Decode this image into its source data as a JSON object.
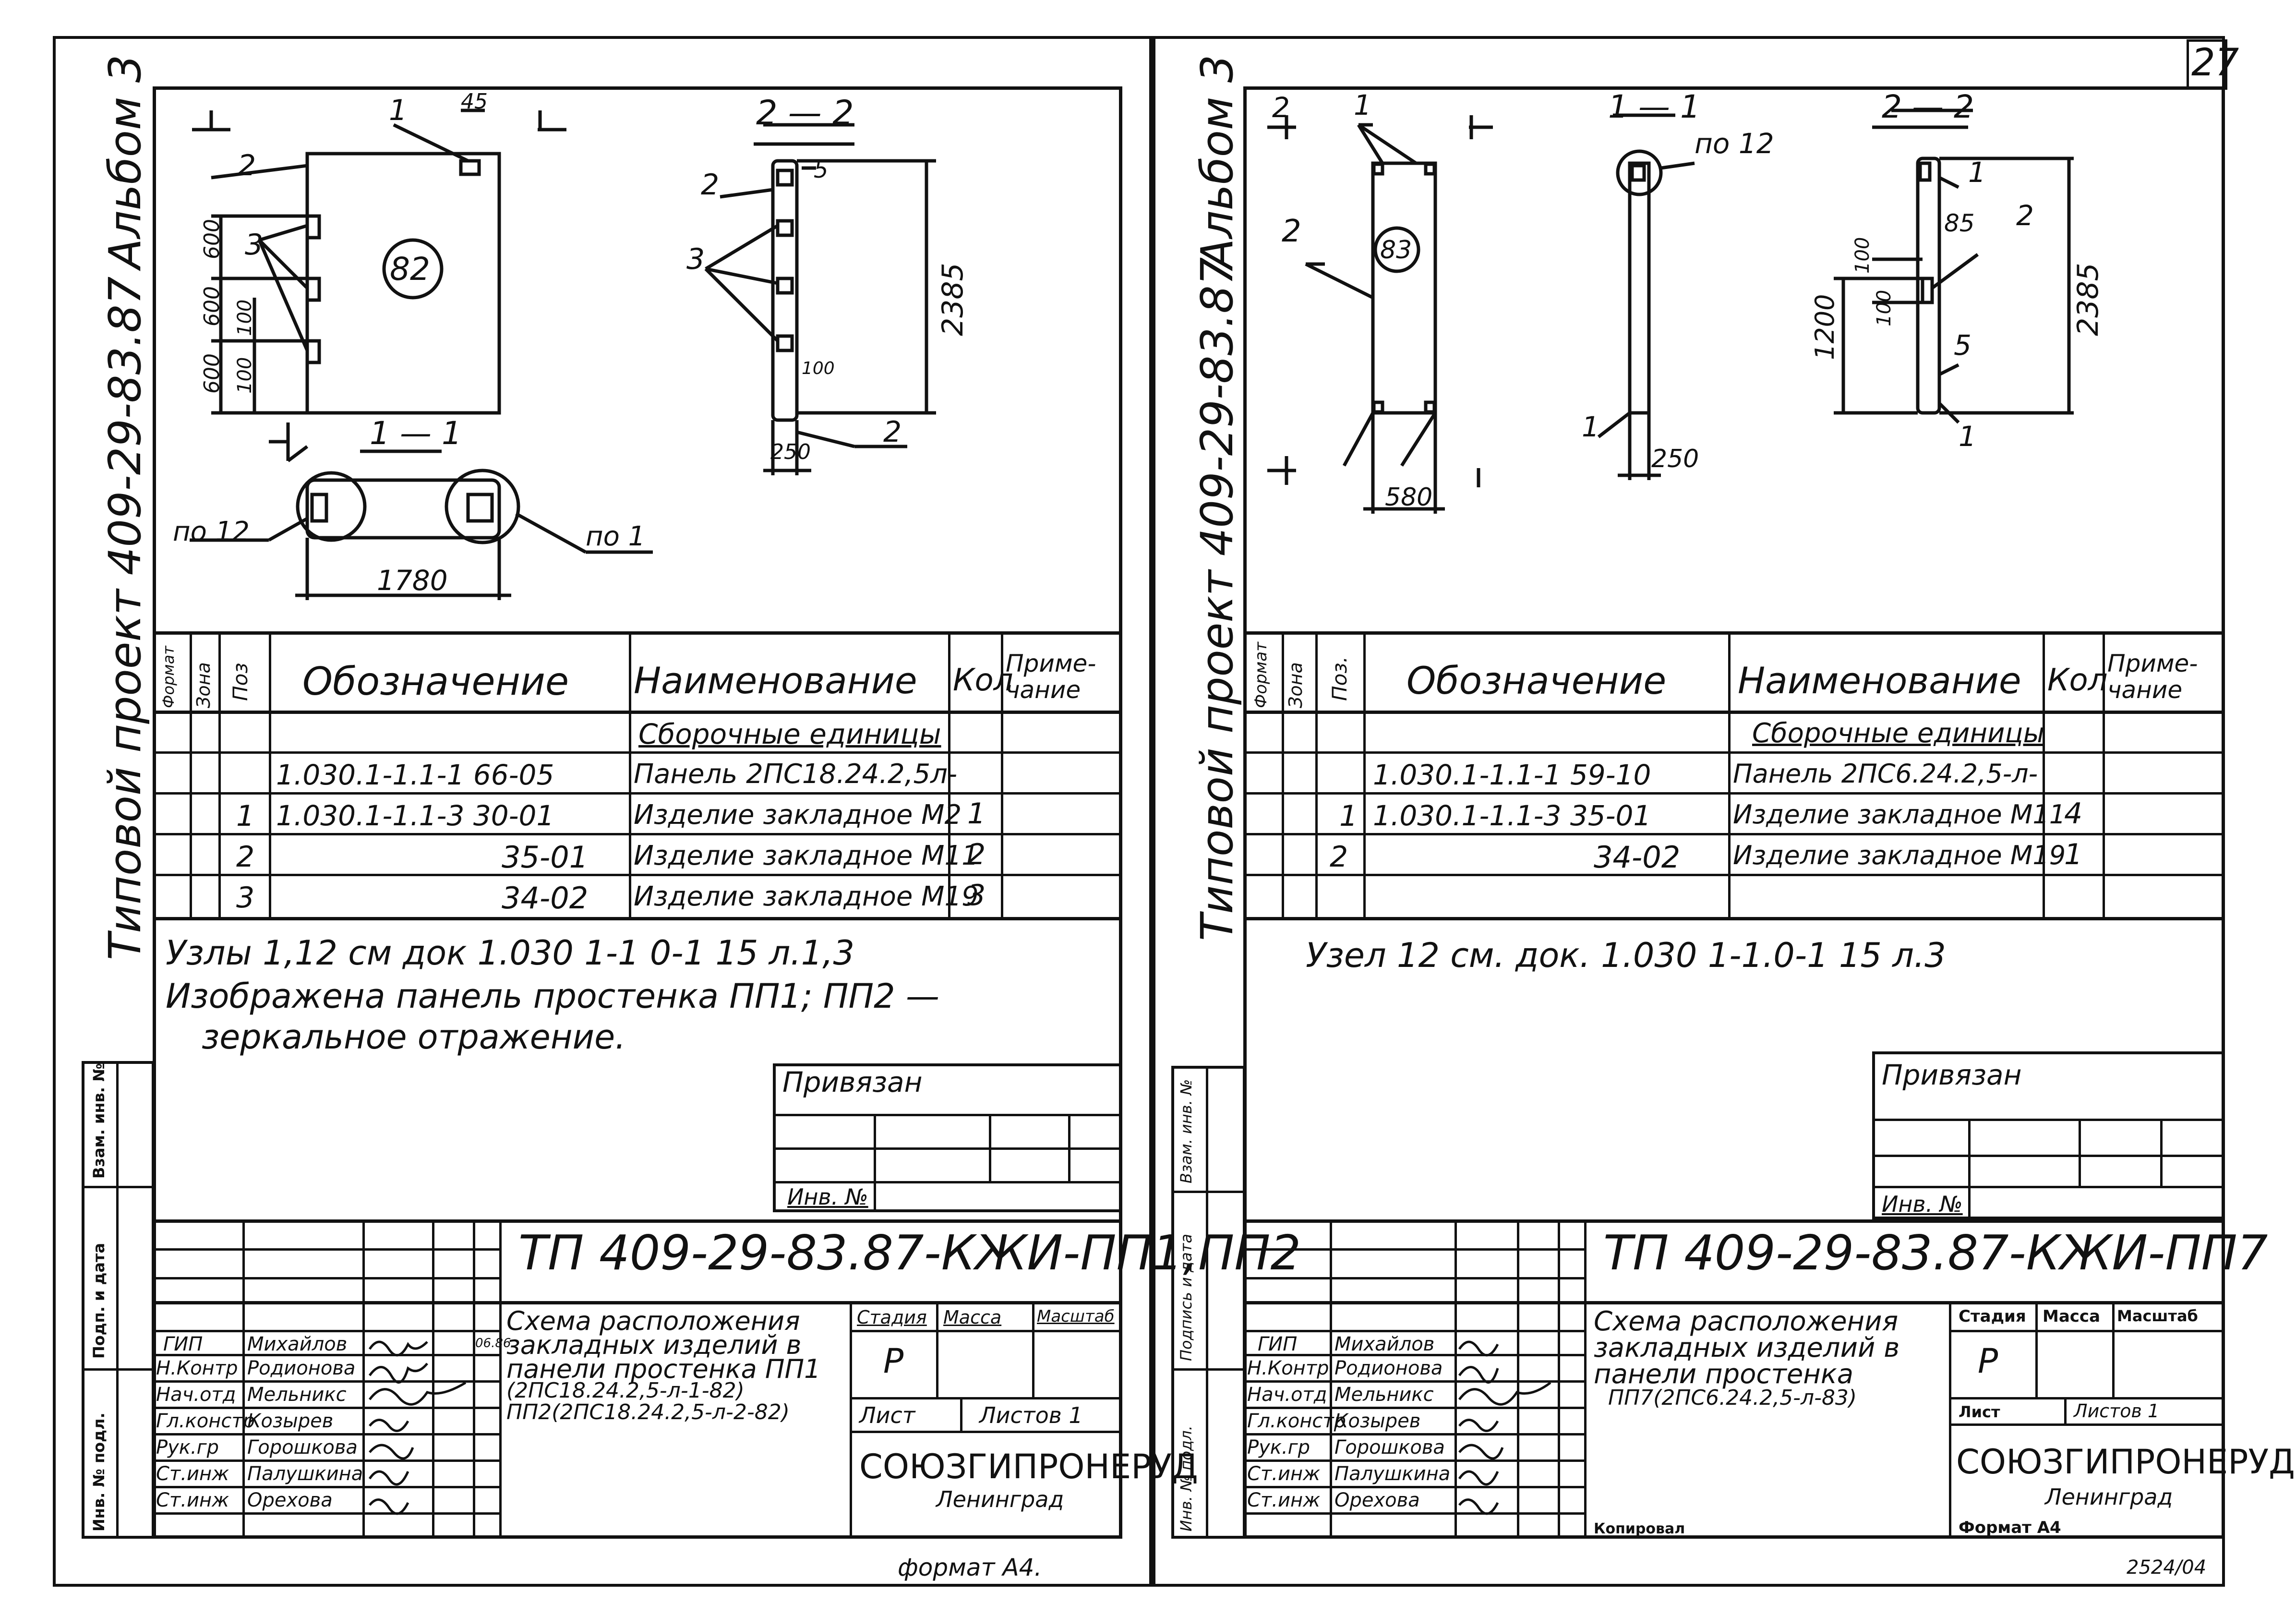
{
  "page_number": "27",
  "album_label": "Альбом 3",
  "bottom_note": "2524/04",
  "left": {
    "side_project": "Типовой проект 409-29-83.87",
    "drawing": {
      "mark": "82",
      "section_labels": [
        "1 — 1",
        "2 — 2"
      ],
      "dims": [
        "45",
        "600",
        "600",
        "600",
        "100",
        "100",
        "2385",
        "250",
        "1780",
        "100"
      ],
      "callouts": [
        "1",
        "2",
        "3",
        "5",
        "2",
        "3",
        "2",
        "по 12",
        "по 1"
      ]
    },
    "spec": {
      "head_side": [
        "Формат",
        "Зона",
        "Поз"
      ],
      "head_designation": "Обозначение",
      "head_name": "Наименование",
      "head_qty": "Кол",
      "head_note": "Приме-чание",
      "section_title": "Сборочные единицы",
      "rows": [
        {
          "pos": "",
          "designation": "1.030.1-1.1-1 66-05",
          "name": "Панель 2ПС18.24.2,5л-",
          "qty": ""
        },
        {
          "pos": "1",
          "designation": "1.030.1-1.1-3 30-01",
          "name": "Изделие закладное М2",
          "qty": "1"
        },
        {
          "pos": "2",
          "designation": "35-01",
          "name": "Изделие закладное М11",
          "qty": "2"
        },
        {
          "pos": "3",
          "designation": "34-02",
          "name": "Изделие закладное М19",
          "qty": "3"
        }
      ]
    },
    "notes": [
      "Узлы 1,12 см док 1.030 1-1 0-1 15 л.1,3",
      "Изображена панель простенка ПП1; ПП2 —",
      "зеркальное отражение."
    ],
    "privyazan": "Привязан",
    "inv_label": "Инв. №",
    "left_strip": [
      "Инв. № подл.",
      "Подп. и дата",
      "Взам. инв. №"
    ],
    "title_block": {
      "code": "ТП 409-29-83.87-КЖИ-ПП1,ПП2",
      "roles": [
        "ГИП",
        "Н.Контр",
        "Нач.отд",
        "Гл.констр",
        "Рук.гр",
        "Ст.инж",
        "Ст.инж"
      ],
      "names": [
        "Михайлов",
        "Родионова",
        "Мельникс",
        "Козырев",
        "Горошкова",
        "Палушкина",
        "Орехова"
      ],
      "date": "06.86",
      "desc": [
        "Схема расположения",
        "закладных изделий в",
        "панели простенка ПП1",
        "(2ПС18.24.2,5-л-1-82)",
        "ПП2(2ПС18.24.2,5-л-2-82)"
      ],
      "stage_h": "Стадия",
      "mass_h": "Масса",
      "scale_h": "Масштаб",
      "stage": "Р",
      "sheet": "Лист",
      "sheets": "Листов 1",
      "org": "СОЮЗГИПРОНЕРУД",
      "city": "Ленинград"
    },
    "format": "формат А4."
  },
  "right": {
    "side_project": "Типовой проект 409-29-83.87",
    "drawing": {
      "mark": "83",
      "section_labels": [
        "1 — 1",
        "2 — 2"
      ],
      "dims": [
        "580",
        "250",
        "1200",
        "100",
        "100",
        "85",
        "2385"
      ],
      "callouts": [
        "1",
        "2",
        "2",
        "по 12",
        "1",
        "2",
        "1",
        "5",
        "1"
      ]
    },
    "spec": {
      "head_side": [
        "Формат",
        "Зона",
        "Поз."
      ],
      "head_designation": "Обозначение",
      "head_name": "Наименование",
      "head_qty": "Кол",
      "head_note": "Приме-чание",
      "section_title": "Сборочные единицы",
      "rows": [
        {
          "pos": "",
          "designation": "1.030.1-1.1-1 59-10",
          "name": "Панель 2ПС6.24.2,5-л-",
          "qty": ""
        },
        {
          "pos": "1",
          "designation": "1.030.1-1.1-3 35-01",
          "name": "Изделие закладное М11",
          "qty": "4"
        },
        {
          "pos": "2",
          "designation": "34-02",
          "name": "Изделие закладное М19",
          "qty": "1"
        }
      ]
    },
    "notes": [
      "Узел 12 см. док. 1.030 1-1.0-1 15 л.3"
    ],
    "privyazan": "Привязан",
    "inv_label": "Инв. №",
    "left_strip": [
      "Инв. № подл.",
      "Подпись и дата",
      "Взам. инв. №"
    ],
    "title_block": {
      "code": "ТП 409-29-83.87-КЖИ-ПП7",
      "roles": [
        "ГИП",
        "Н.Контр",
        "Нач.отд",
        "Гл.констр",
        "Рук.гр",
        "Ст.инж",
        "Ст.инж"
      ],
      "names": [
        "Михайлов",
        "Родионова",
        "Мельникс",
        "Козырев",
        "Горошкова",
        "Палушкина",
        "Орехова"
      ],
      "desc": [
        "Схема расположения",
        "закладных изделий в",
        "панели простенка",
        "ПП7(2ПС6.24.2,5-л-83)"
      ],
      "stage_h": "Стадия",
      "mass_h": "Масса",
      "scale_h": "Масштаб",
      "stage": "Р",
      "sheet": "Лист",
      "sheets": "Листов 1",
      "org": "СОЮЗГИПРОНЕРУД",
      "city": "Ленинград",
      "copied": "Копировал",
      "format": "Формат А4"
    }
  }
}
